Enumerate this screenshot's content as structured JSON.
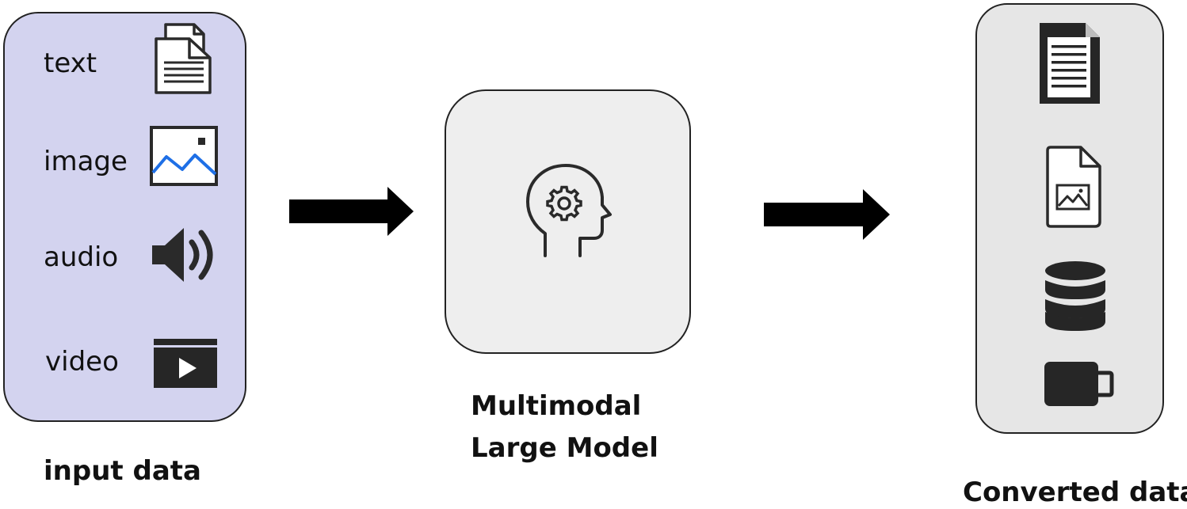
{
  "input_panel": {
    "items": [
      {
        "label": "text",
        "icon": "text-document-icon"
      },
      {
        "label": "image",
        "icon": "image-icon"
      },
      {
        "label": "audio",
        "icon": "speaker-icon"
      },
      {
        "label": "video",
        "icon": "video-player-icon"
      }
    ],
    "caption": "input data",
    "fill": "#d3d3ef"
  },
  "model_panel": {
    "icon": "head-gear-icon",
    "caption_line1": "Multimodal",
    "caption_line2": "Large Model",
    "fill": "#eeeeee"
  },
  "output_panel": {
    "icons": [
      "document-icon",
      "image-file-icon",
      "database-icon",
      "battery-icon"
    ],
    "caption": "Converted data",
    "fill": "#e6e6e6"
  },
  "arrows": [
    "input-to-model-arrow",
    "model-to-output-arrow"
  ],
  "colors": {
    "accent_blue": "#1e6fe6",
    "dark_icon": "#262626"
  }
}
